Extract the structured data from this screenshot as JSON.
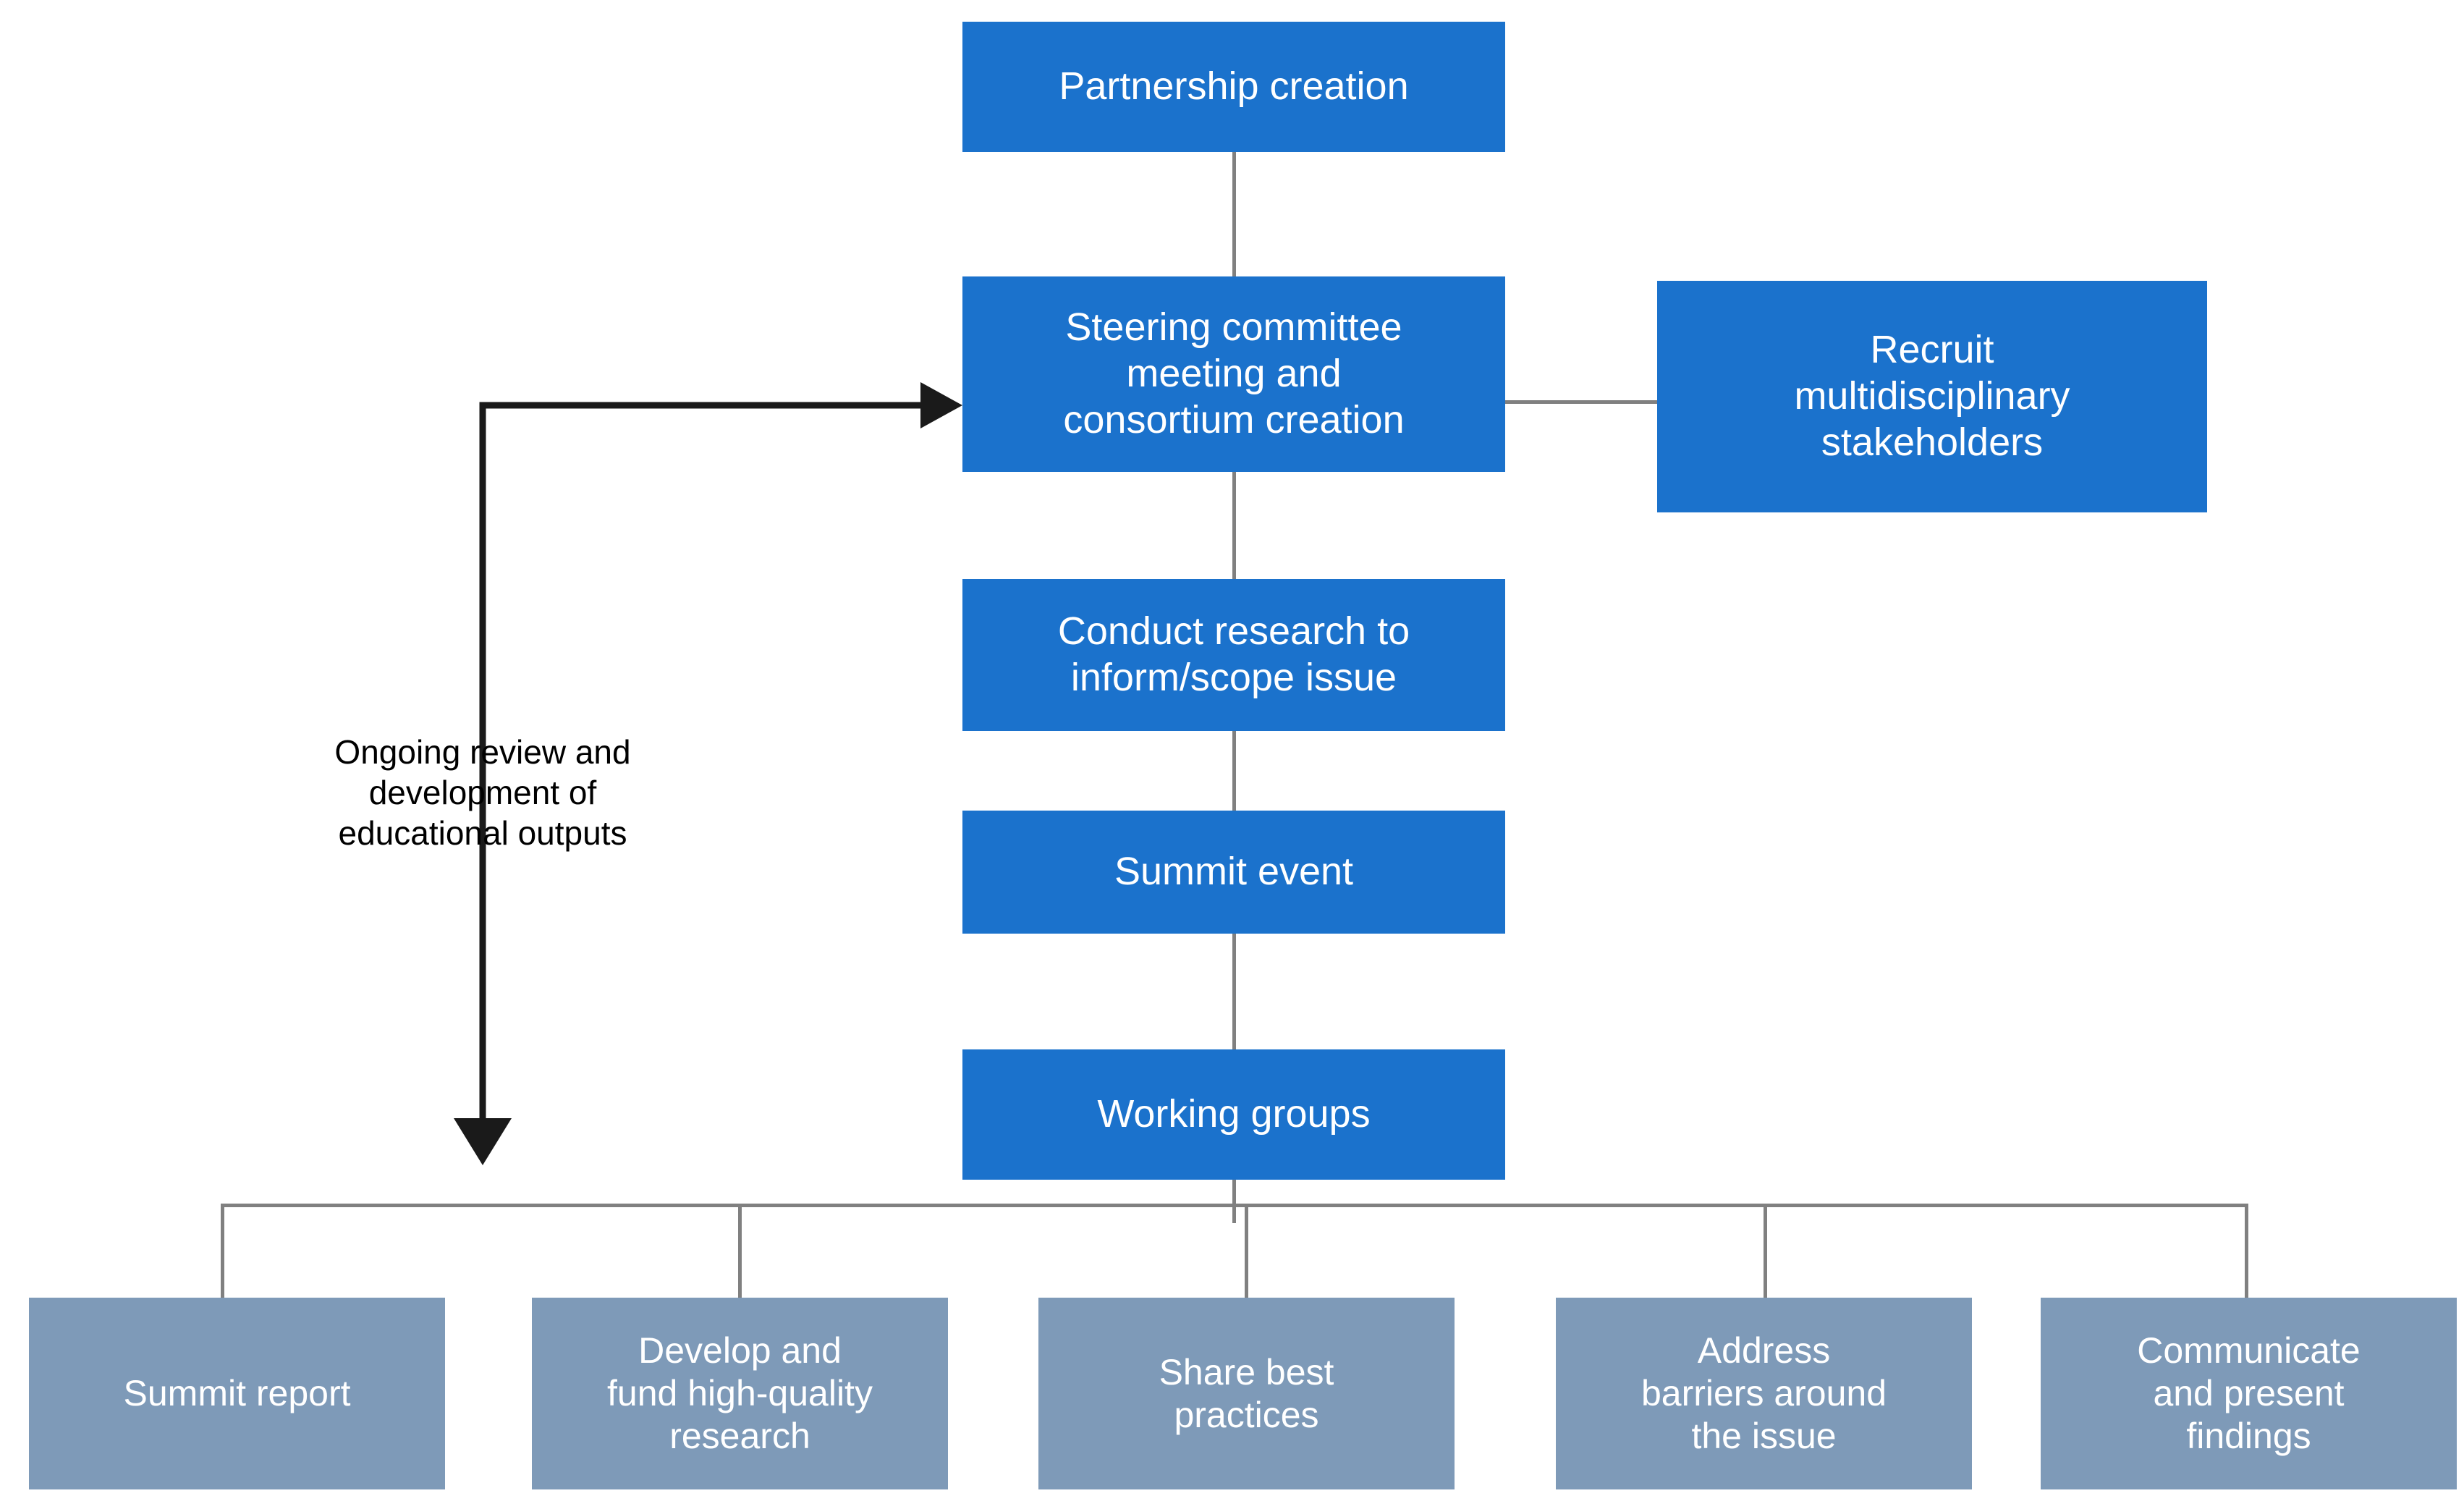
{
  "diagram": {
    "title": "Partnership and summit process flow",
    "colors": {
      "primary_box": "#1B72CC",
      "secondary_box": "#7E9AB8",
      "connector": "#808080",
      "arrow": "#1A1A1A",
      "box_text": "#FFFFFF",
      "note_text": "#000000",
      "background": "#FFFFFF"
    },
    "main_flow": [
      {
        "id": "partnership-creation",
        "label": "Partnership creation",
        "type": "primary"
      },
      {
        "id": "steering-committee",
        "label": "Steering committee\nmeeting and\nconsortium creation",
        "type": "primary"
      },
      {
        "id": "conduct-research",
        "label": "Conduct research to\ninform/scope issue",
        "type": "primary"
      },
      {
        "id": "summit-event",
        "label": "Summit event",
        "type": "primary"
      },
      {
        "id": "working-groups",
        "label": "Working groups",
        "type": "primary"
      }
    ],
    "side_node": {
      "id": "recruit-stakeholders",
      "label": "Recruit\nmultidisciplinary\nstakeholders",
      "type": "primary"
    },
    "feedback_note": {
      "id": "ongoing-review",
      "label": "Ongoing review and\ndevelopment of\neducational outputs"
    },
    "outputs": [
      {
        "id": "summit-report",
        "label": "Summit report",
        "type": "secondary"
      },
      {
        "id": "develop-fund-research",
        "label": "Develop and\nfund high-quality\nresearch",
        "type": "secondary"
      },
      {
        "id": "share-best-practices",
        "label": "Share best\npractices",
        "type": "secondary"
      },
      {
        "id": "address-barriers",
        "label": "Address\nbarriers around\nthe issue",
        "type": "secondary"
      },
      {
        "id": "communicate-findings",
        "label": "Communicate\nand present\nfindings",
        "type": "secondary"
      }
    ]
  }
}
